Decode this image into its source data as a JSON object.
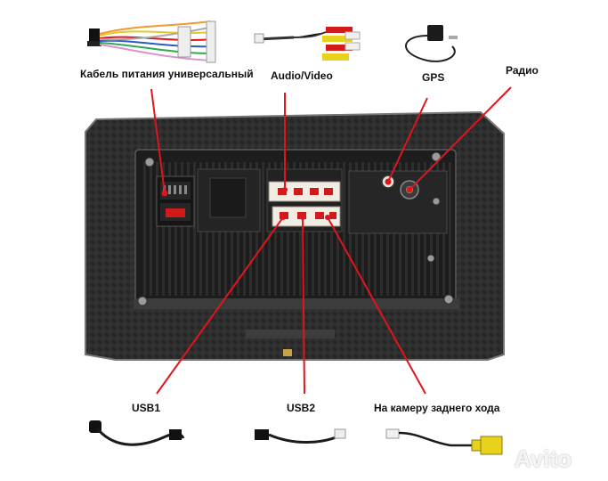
{
  "labels": {
    "power_cable": "Кабель питания универсальный",
    "audio_video": "Audio/Video",
    "gps": "GPS",
    "radio": "Радио",
    "usb1": "USB1",
    "usb2": "USB2",
    "rear_camera": "На камеру заднего хода"
  },
  "watermark": "Avito",
  "colors": {
    "pointer": "#e0151b",
    "housing": "#2b2b2b",
    "housing_edge": "#7a7a7a",
    "connector_white": "#f1ede4",
    "connector_red": "#d11b1b"
  }
}
